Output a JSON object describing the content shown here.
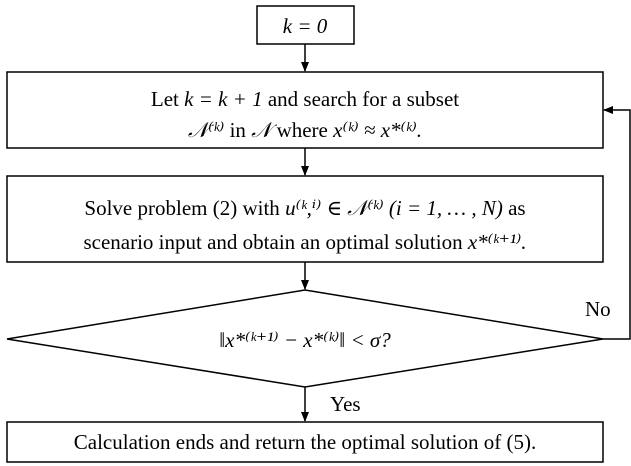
{
  "flowchart": {
    "start": {
      "text": "k = 0"
    },
    "step1": {
      "line1_prefix": "Let ",
      "line1_math": "k = k + 1",
      "line1_suffix": " and search for a subset",
      "line2_set": "𝒩⁽ᵏ⁾",
      "line2_in": " in ",
      "line2_set_full": "𝒩",
      "line2_where": " where ",
      "line2_math": "x⁽ᵏ⁾ ≈ x*⁽ᵏ⁾."
    },
    "step2": {
      "line1_prefix": "Solve problem (2) with ",
      "line1_math": "u⁽ᵏ,ⁱ⁾ ∈ 𝒩⁽ᵏ⁾ (i = 1, … , N)",
      "line1_suffix": " as",
      "line2_prefix": "scenario input and obtain an optimal solution ",
      "line2_math": "x*⁽ᵏ⁺¹⁾."
    },
    "decision": {
      "text": "‖x*⁽ᵏ⁺¹⁾ − x*⁽ᵏ⁾‖ < σ?"
    },
    "no_label": "No",
    "yes_label": "Yes",
    "end": {
      "text": "Calculation ends and return the optimal solution of (5)."
    }
  }
}
